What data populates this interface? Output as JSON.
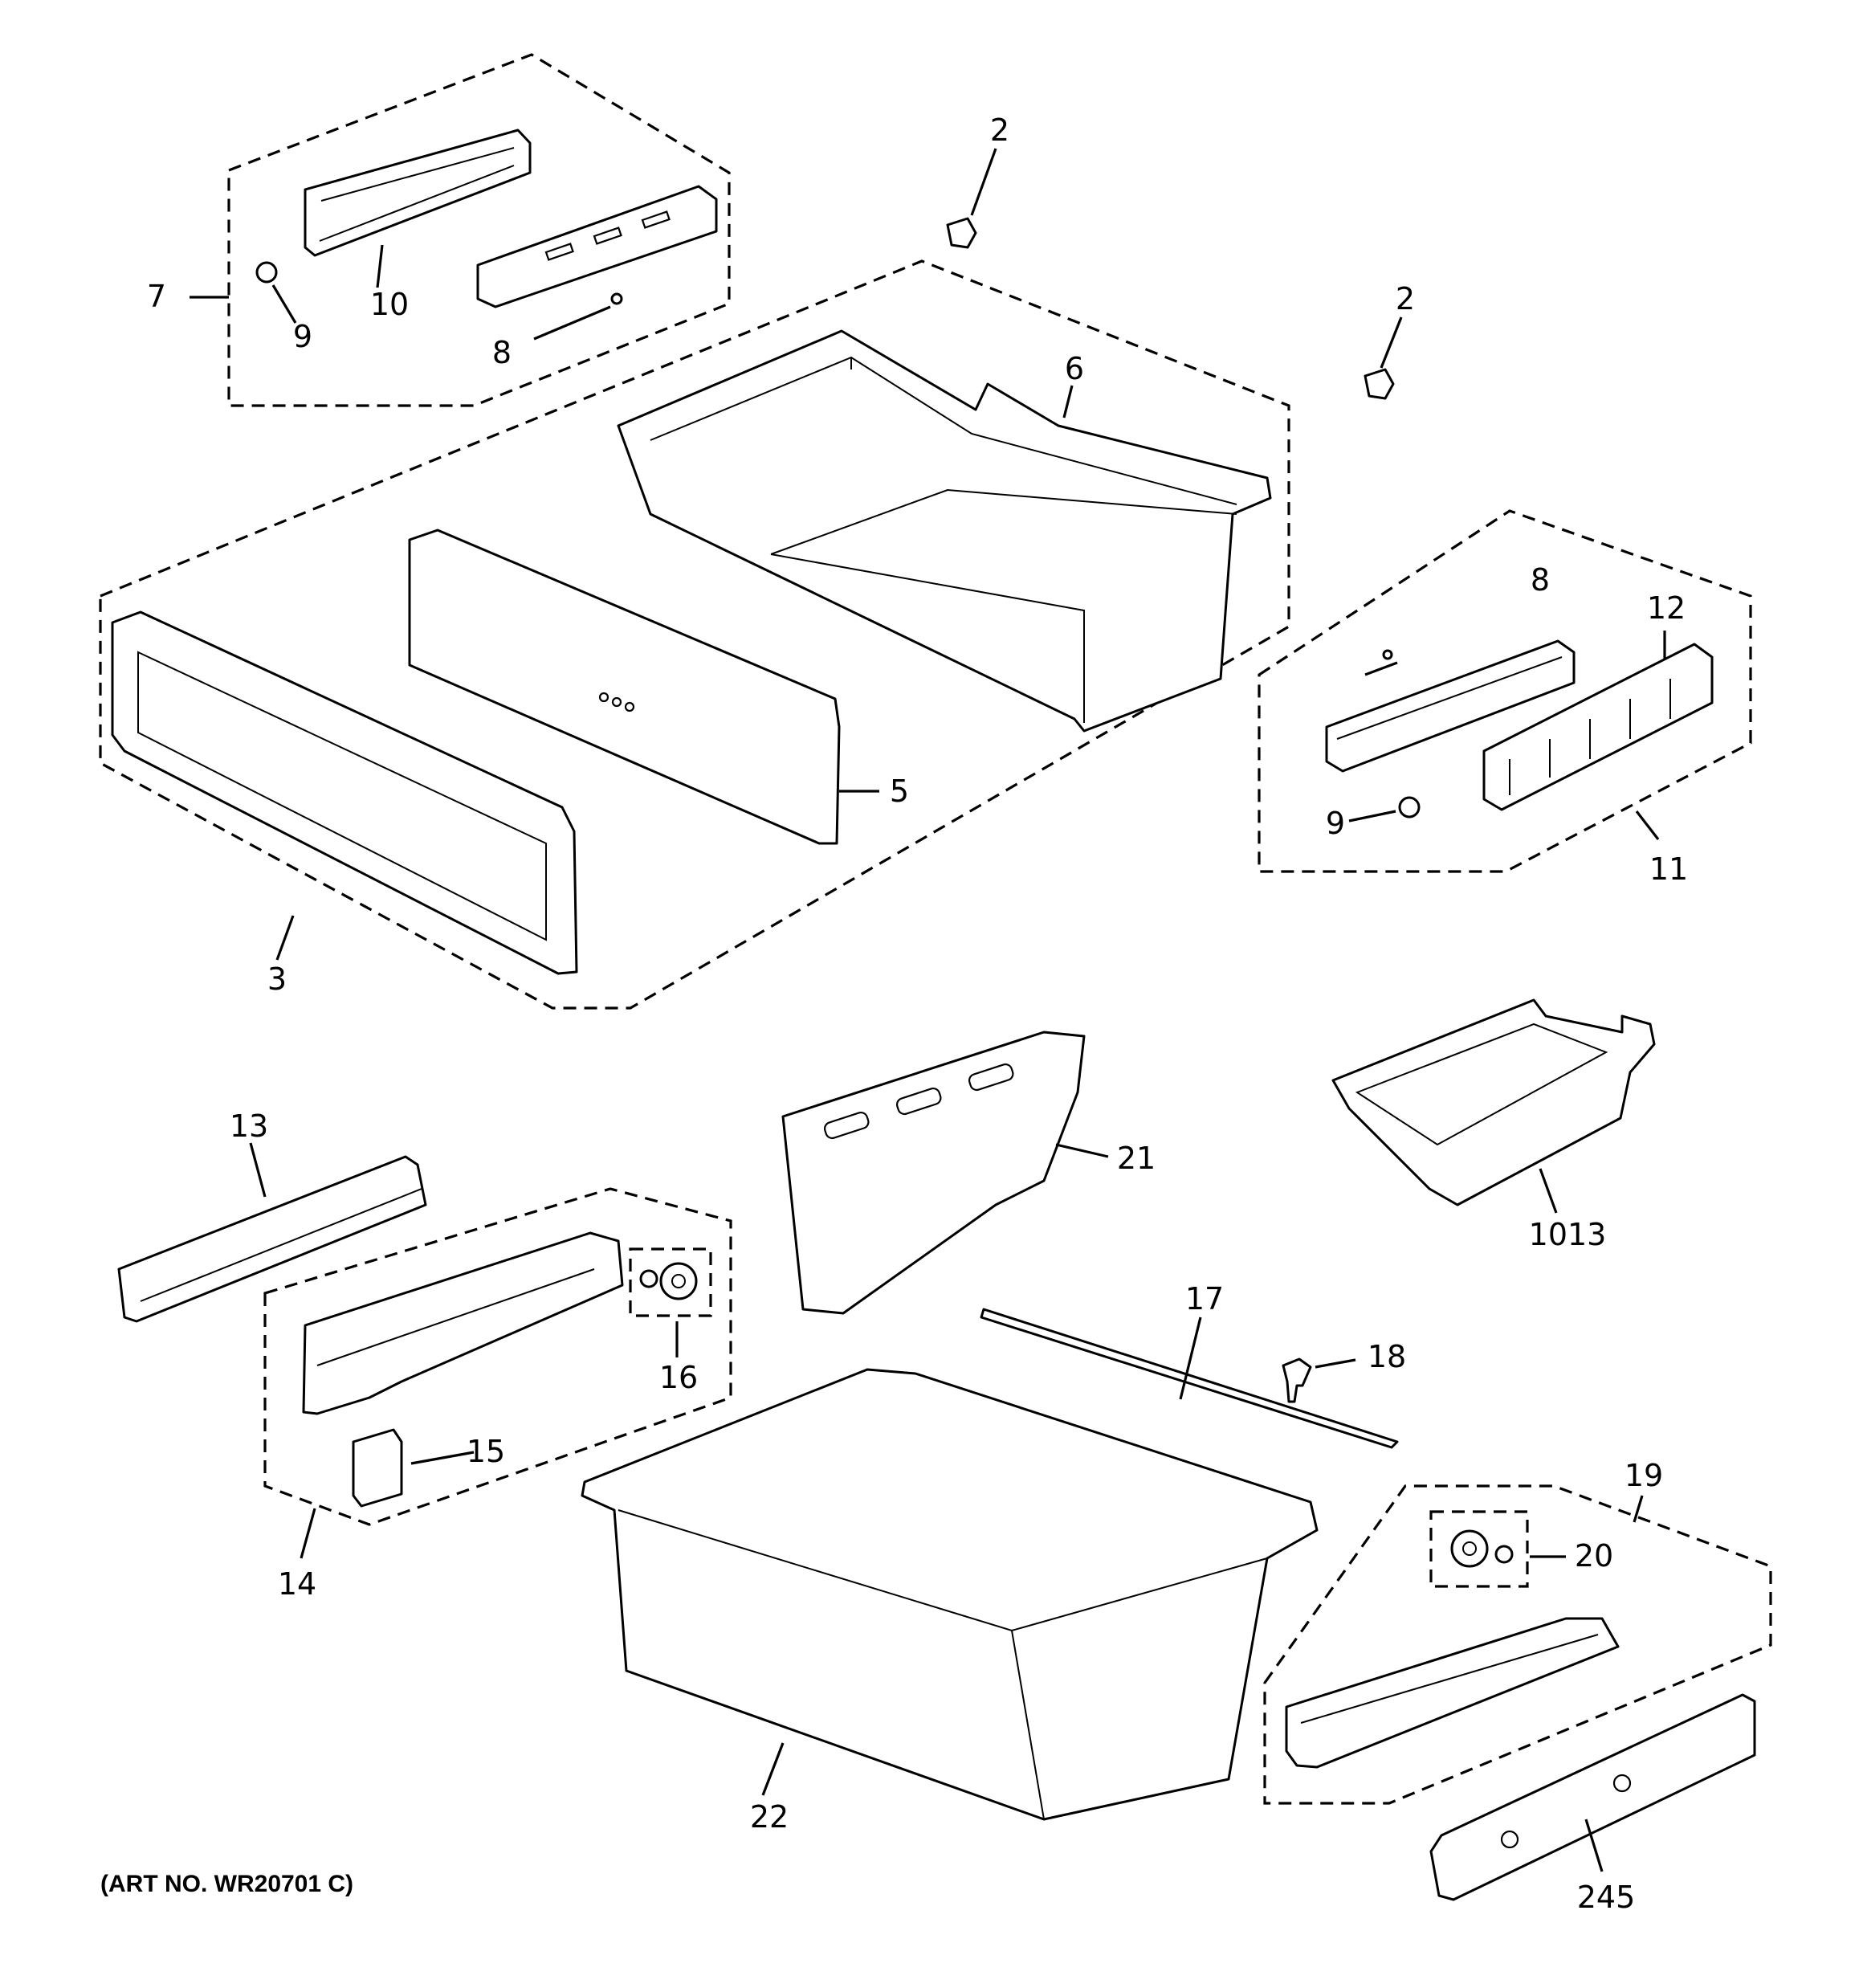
{
  "art_number": "(ART NO. WR20701 C)",
  "callouts": [
    {
      "id": "2a",
      "label": "2"
    },
    {
      "id": "2b",
      "label": "2"
    },
    {
      "id": "3",
      "label": "3"
    },
    {
      "id": "5",
      "label": "5"
    },
    {
      "id": "6",
      "label": "6"
    },
    {
      "id": "7",
      "label": "7"
    },
    {
      "id": "8a",
      "label": "8"
    },
    {
      "id": "8b",
      "label": "8"
    },
    {
      "id": "9a",
      "label": "9"
    },
    {
      "id": "9b",
      "label": "9"
    },
    {
      "id": "10",
      "label": "10"
    },
    {
      "id": "11",
      "label": "11"
    },
    {
      "id": "12",
      "label": "12"
    },
    {
      "id": "13",
      "label": "13"
    },
    {
      "id": "14",
      "label": "14"
    },
    {
      "id": "15",
      "label": "15"
    },
    {
      "id": "16",
      "label": "16"
    },
    {
      "id": "17",
      "label": "17"
    },
    {
      "id": "18",
      "label": "18"
    },
    {
      "id": "19",
      "label": "19"
    },
    {
      "id": "20",
      "label": "20"
    },
    {
      "id": "21",
      "label": "21"
    },
    {
      "id": "22",
      "label": "22"
    },
    {
      "id": "1013",
      "label": "1013"
    },
    {
      "id": "245",
      "label": "245"
    }
  ]
}
